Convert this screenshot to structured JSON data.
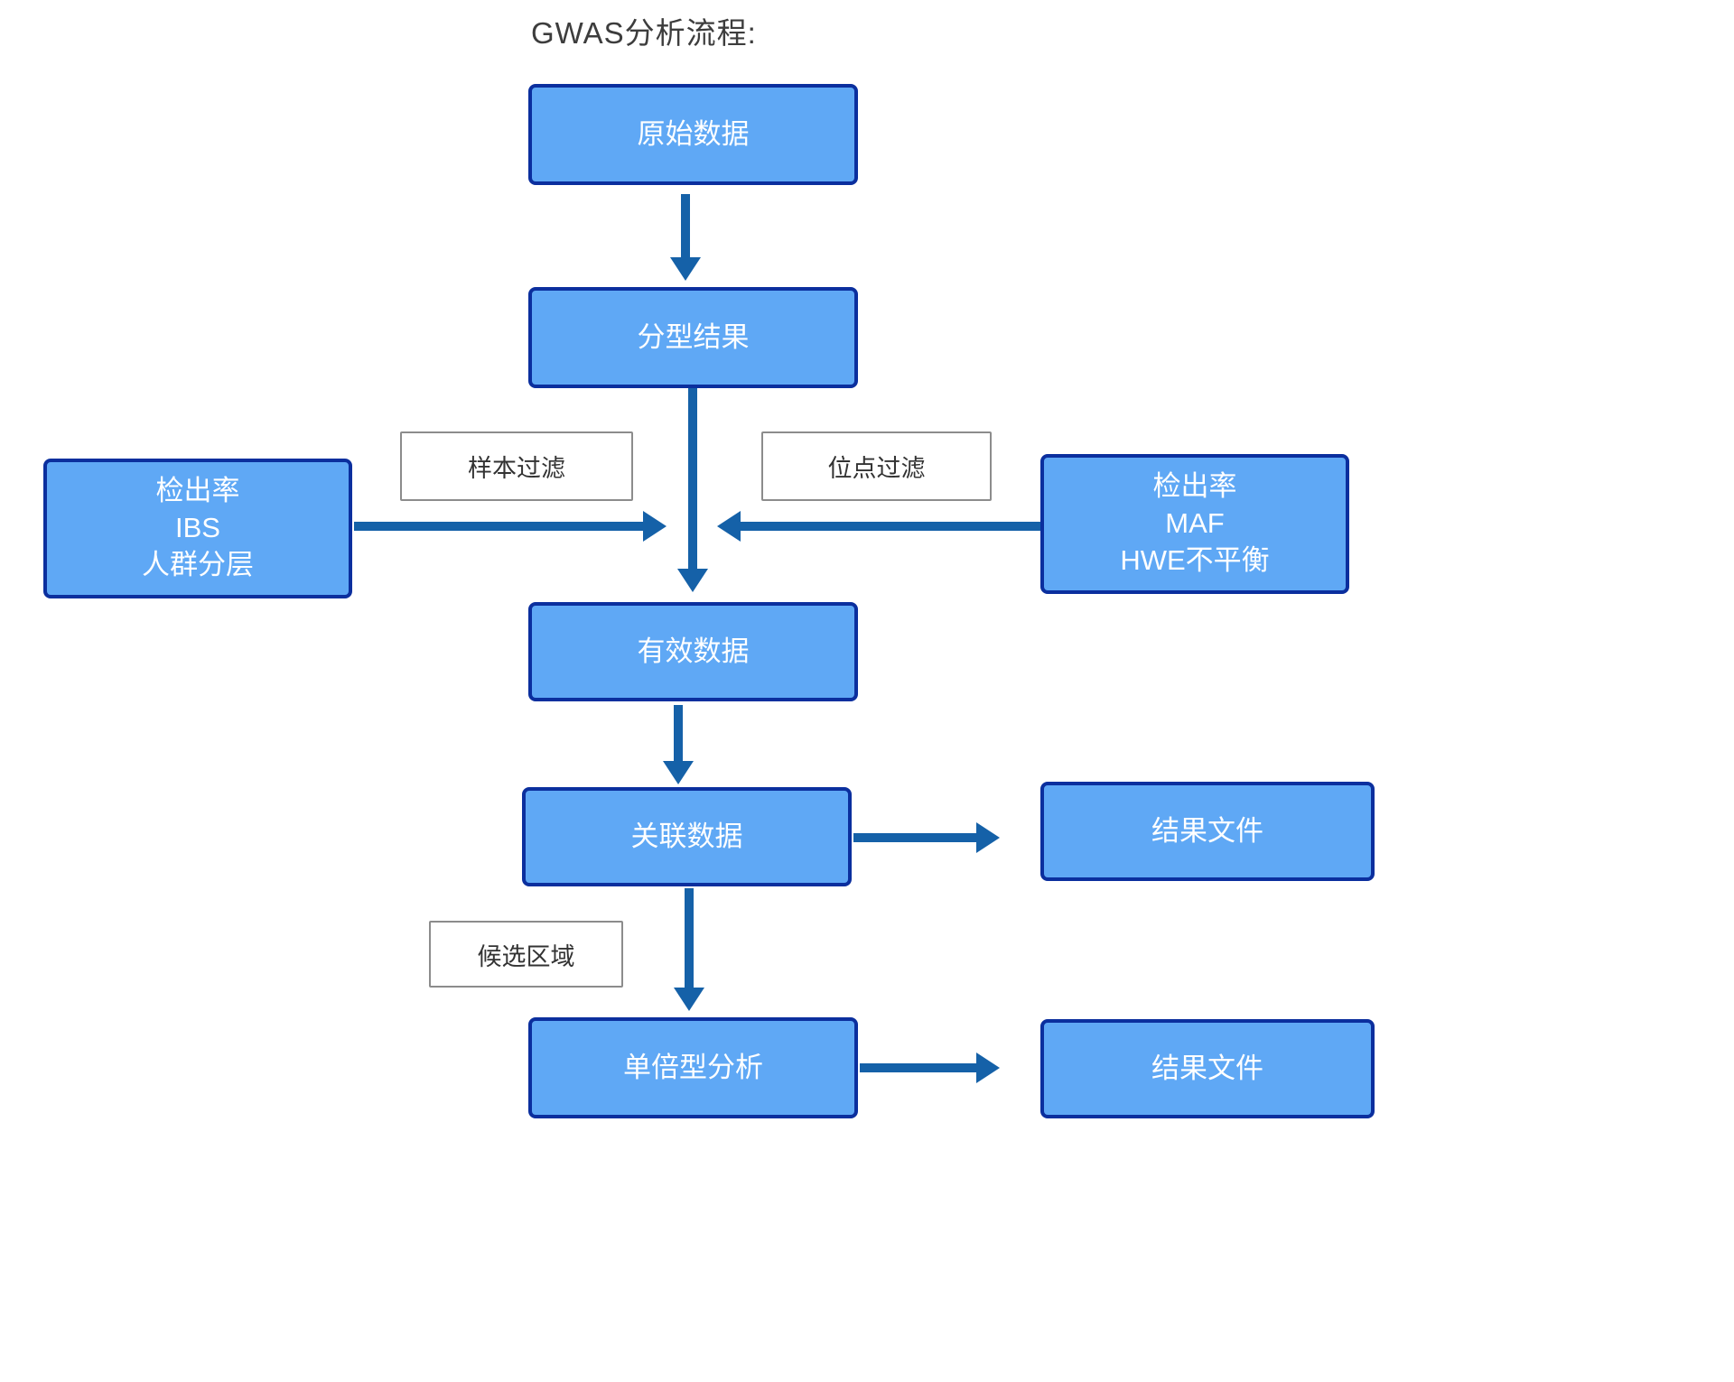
{
  "diagram": {
    "title": "GWAS分析流程:",
    "nodes": {
      "raw_data": {
        "label": "原始数据"
      },
      "genotyping_result": {
        "label": "分型结果"
      },
      "sample_qc": {
        "lines": [
          "检出率",
          "IBS",
          "人群分层"
        ]
      },
      "site_qc": {
        "lines": [
          "检出率",
          "MAF",
          "HWE不平衡"
        ]
      },
      "valid_data": {
        "label": "有效数据"
      },
      "association_data": {
        "label": "关联数据"
      },
      "result_file_association": {
        "label": "结果文件"
      },
      "haplotype_analysis": {
        "label": "单倍型分析"
      },
      "result_file_haplotype": {
        "label": "结果文件"
      }
    },
    "edge_labels": {
      "sample_filter": "样本过滤",
      "site_filter": "位点过滤",
      "candidate_region": "候选区域"
    },
    "colors": {
      "node_fill": "#5fa8f5",
      "node_border": "#0b2f9e",
      "node_text": "#ffffff",
      "arrow": "#1561a8",
      "label_border": "#8c8c8c",
      "label_text": "#333333",
      "background": "#ffffff",
      "title_color": "#3d3d3d"
    }
  }
}
